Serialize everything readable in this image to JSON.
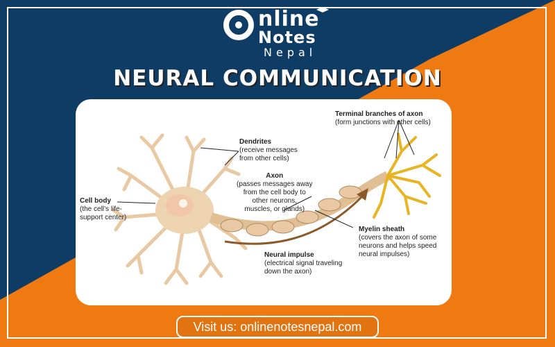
{
  "colors": {
    "navy": "#0f3c64",
    "orange": "#ef7a12",
    "axon_tan": "#e9c9a3",
    "dendrite_yellow": "#e8b423"
  },
  "logo": {
    "line1": "nline",
    "line2": "Notes",
    "line3": "Nepal"
  },
  "title": "NEURAL COMMUNICATION",
  "diagram": {
    "terminal": {
      "title": "Terminal branches of axon",
      "lines": [
        "(form junctions with other cells)"
      ]
    },
    "dendrites": {
      "title": "Dendrites",
      "lines": [
        "(receive messages",
        "from other cells)"
      ]
    },
    "axon": {
      "title": "Axon",
      "lines": [
        "(passes messages away",
        "from the cell body to",
        "other neurons,",
        "muscles, or glands)"
      ]
    },
    "cell_body": {
      "title": "Cell body",
      "lines": [
        "(the cell’s life-",
        "support center)"
      ]
    },
    "myelin": {
      "title": "Myelin sheath",
      "lines": [
        "(covers the axon of some",
        "neurons and helps speed",
        "neural impulses)"
      ]
    },
    "impulse": {
      "title": "Neural impulse",
      "lines": [
        "(electrical signal traveling",
        "down the axon)"
      ]
    }
  },
  "footer": {
    "visit": "Visit us: onlinenotesnepal.com"
  }
}
